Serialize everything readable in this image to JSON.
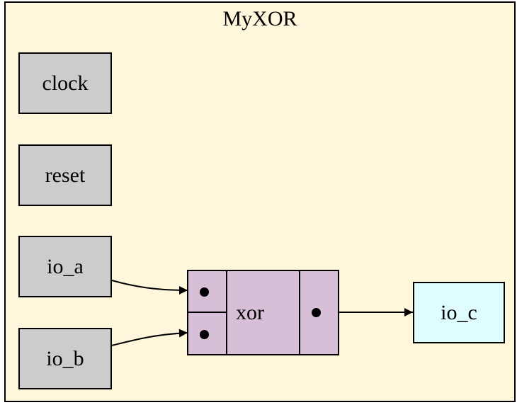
{
  "module": {
    "name": "MyXOR"
  },
  "nodes": {
    "clock": "clock",
    "reset": "reset",
    "io_a": "io_a",
    "io_b": "io_b",
    "xor": "xor",
    "io_c": "io_c"
  },
  "colors": {
    "cluster_fill": "#fff7dc",
    "port_fill": "#cccccc",
    "output_fill": "#dffdff",
    "op_fill": "#d8bfd8"
  }
}
